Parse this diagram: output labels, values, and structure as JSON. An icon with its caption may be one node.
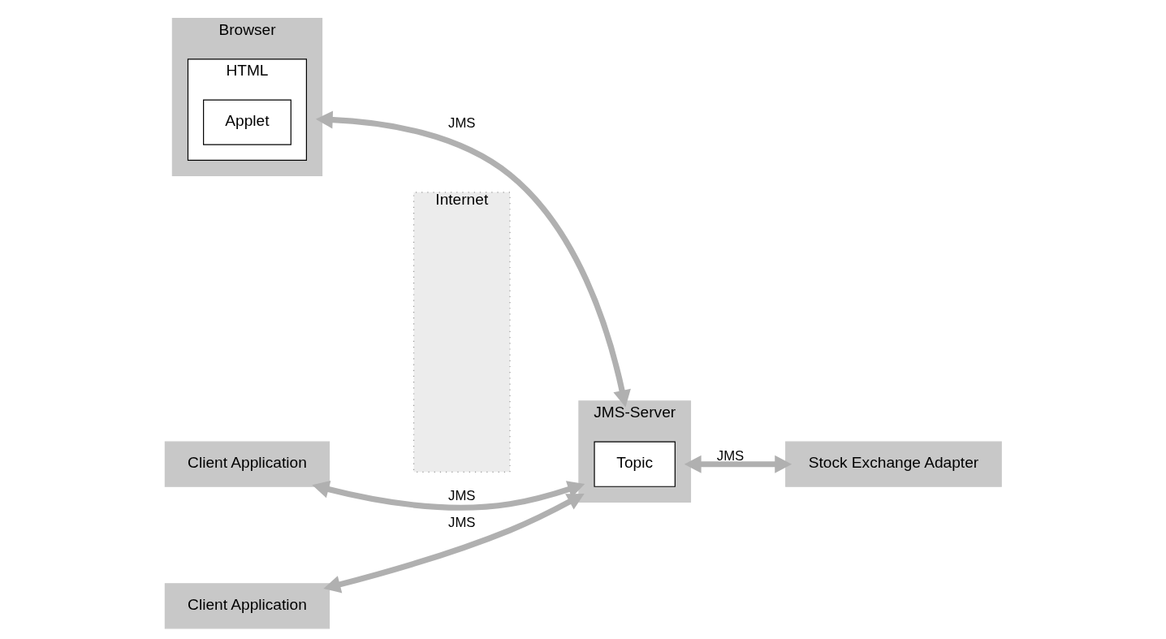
{
  "diagram": {
    "nodes": [
      {
        "text": [
          "Browser"
        ]
      },
      {
        "text": [
          "HTML"
        ],
        "in": 0
      },
      {
        "text": [
          "Applet"
        ],
        "in": 1
      },
      {
        "text": [
          "Client Application"
        ]
      },
      {
        "text": [
          "Client Application"
        ]
      },
      {
        "text": [
          "Internet"
        ]
      },
      {
        "text": [
          "JMS-Server"
        ]
      },
      {
        "text": [
          "Topic"
        ],
        "in": 6
      },
      {
        "text": [
          "Stock Exchange Adapter"
        ]
      }
    ],
    "edges": [
      {
        "from": 0,
        "to": 6,
        "arrow": "both",
        "label": "JMS"
      },
      {
        "from": 3,
        "to": 6,
        "arrow": "both",
        "label": "JMS"
      },
      {
        "from": 4,
        "to": 6,
        "arrow": "both",
        "label": "JMS"
      },
      {
        "from": 6,
        "to": 8,
        "arrow": "both",
        "label": "JMS"
      }
    ]
  }
}
